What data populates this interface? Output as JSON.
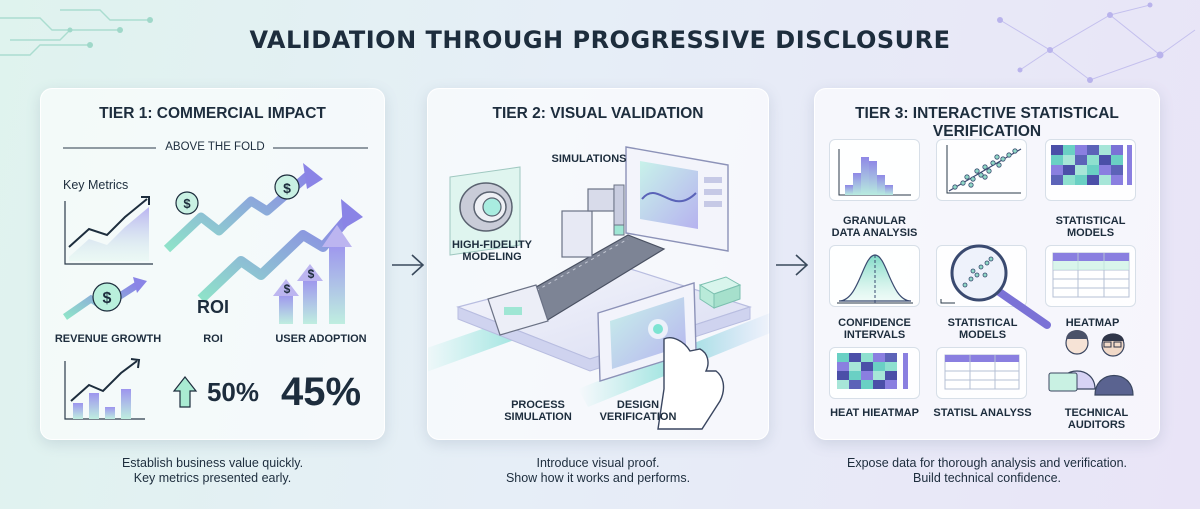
{
  "title": "VALIDATION THROUGH PROGRESSIVE DISCLOSURE",
  "tiers": [
    {
      "title": "TIER 1: COMMERCIAL IMPACT",
      "fold_label": "ABOVE THE FOLD",
      "key_metrics_label": "Key Metrics",
      "labels": {
        "revenue_growth": "REVENUE GROWTH",
        "roi": "ROI",
        "user_adoption": "USER ADOPTION",
        "roi_center": "ROI"
      },
      "stats": {
        "up_value": "50%",
        "big_value": "45%"
      },
      "caption": [
        "Establish business value quickly.",
        "Key metrics presented early."
      ]
    },
    {
      "title": "TIER 2: VISUAL VALIDATION",
      "labels": {
        "simulations": "SIMULATIONS",
        "high_fidelity": [
          "HIGH-FIDELITY",
          "MODELING"
        ],
        "process_simulation": [
          "PROCESS",
          "SIMULATION"
        ],
        "design_verification": [
          "DESIGN",
          "VERIFICATION"
        ]
      },
      "caption": [
        "Introduce visual proof.",
        "Show how it works and performs."
      ]
    },
    {
      "title": "TIER 3: INTERACTIVE STATISTICAL VERIFICATION",
      "labels": {
        "granular": [
          "GRANULAR",
          "DATA ANALYSIS"
        ],
        "statistical_models_1": [
          "STATISTICAL",
          "MODELS"
        ],
        "confidence": [
          "CONFIDENCE",
          "INTERVALS"
        ],
        "statistical_models_2": [
          "STATISTICAL",
          "MODELS"
        ],
        "heatmap": "HEATMAP",
        "heat_hieatmap": "HEAT HIEATMAP",
        "statisl_analyss": "STATISL ANALYSS",
        "technical_auditors": [
          "TECHNICAL",
          "AUDITORS"
        ]
      },
      "caption": [
        "Expose data for thorough analysis and verification.",
        "Build technical confidence."
      ]
    }
  ],
  "colors": {
    "teal": "#5cc9b0",
    "purple": "#8a7fe0",
    "blue": "#5a8fd8",
    "dark": "#1d2d3d"
  }
}
